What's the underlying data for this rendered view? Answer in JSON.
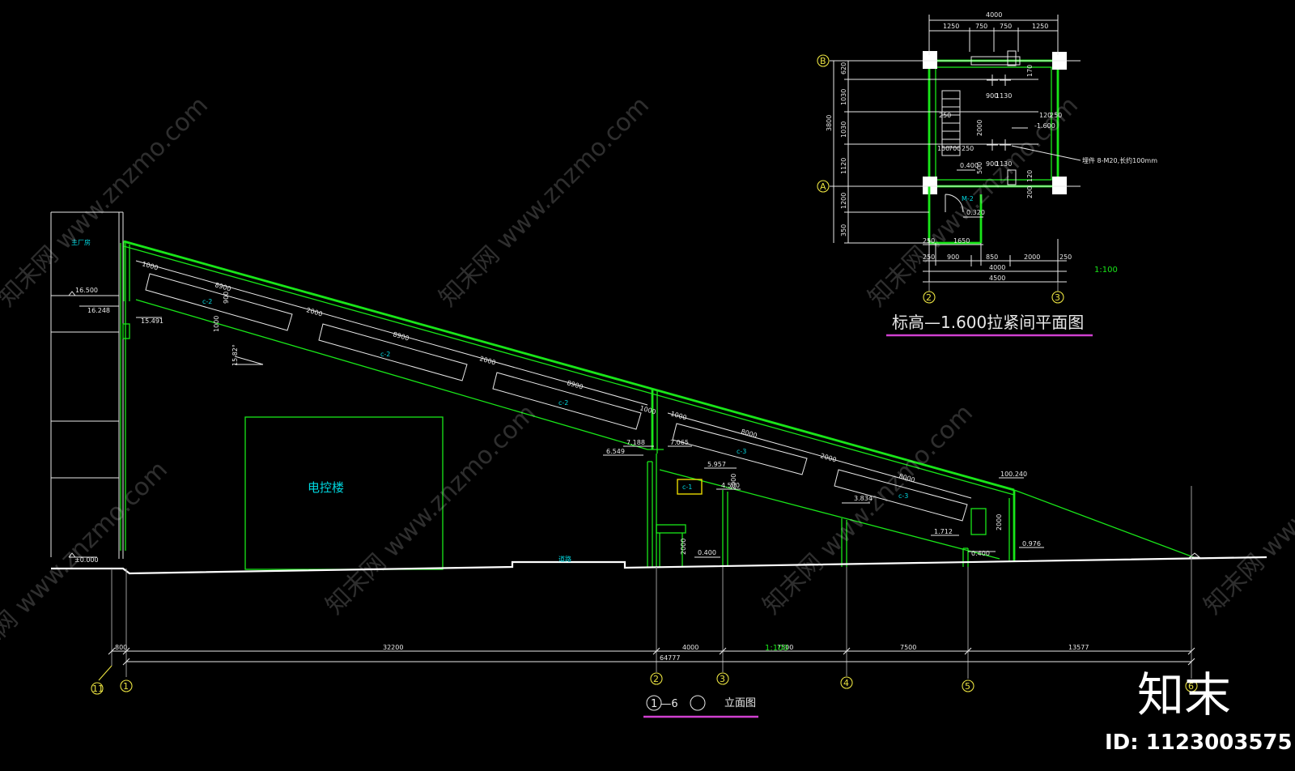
{
  "elevation": {
    "building_labels": {
      "main_plant": "主厂房",
      "control_building": "电控楼",
      "road": "道路"
    },
    "levels": [
      "16.500",
      "16.248",
      "15.491",
      "±0.000",
      "7.188",
      "6.549",
      "7.065",
      "5.957",
      "4.500",
      "3.834",
      "1.712",
      "0.400",
      "0.400",
      "0.976",
      "100.240"
    ],
    "windows": [
      "c-2",
      "c-2",
      "c-2",
      "c-3",
      "c-3"
    ],
    "window_dims": [
      "8900",
      "8900",
      "8900",
      "8000",
      "8000",
      "1000",
      "1000",
      "2000",
      "2000",
      "2000",
      "2000",
      "1000",
      "1000",
      "900",
      "2000",
      "2000"
    ],
    "door_tag": "c-1",
    "slope": "15.82°",
    "axis_dims_row1": [
      "800",
      "32200",
      "4000",
      "7500",
      "7500",
      "13577"
    ],
    "axis_dim_total": "64777",
    "scale": "1:100",
    "axis_labels": [
      "11",
      "1",
      "2",
      "3",
      "4",
      "5",
      "6"
    ],
    "title": {
      "prefix": "1 —6",
      "suffix": "立面图"
    }
  },
  "plan": {
    "top_dims": [
      "4000",
      "1250",
      "750",
      "750",
      "1250"
    ],
    "left_dims": [
      "620",
      "1030",
      "1030",
      "1120",
      "1200",
      "350",
      "3800"
    ],
    "bottom_dims": [
      "250",
      "1650",
      "250",
      "900",
      "850",
      "2000",
      "250",
      "4000",
      "4500"
    ],
    "inner_labels": [
      "250",
      "120",
      "250",
      "150",
      "700",
      "250",
      "500",
      "2000",
      "900",
      "1130",
      "900",
      "1130",
      "170",
      "200",
      "120"
    ],
    "levels": [
      "-1.600",
      "0.400",
      "0.320"
    ],
    "door": "M-2",
    "anchor_note": "埋件 8-M20,长约100mm",
    "axis_labels": [
      "B",
      "A",
      "2",
      "3"
    ],
    "scale": "1:100",
    "title": "标高—1.600拉紧间平面图"
  },
  "watermark": "知末网 www.znzmo.com",
  "logo": "知末",
  "id_text": "ID: 1123003575"
}
